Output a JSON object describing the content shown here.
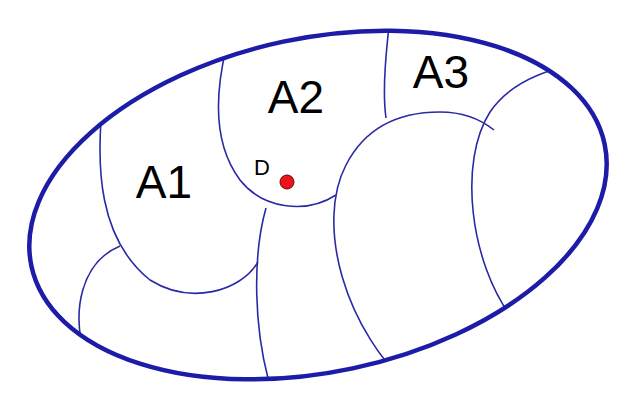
{
  "diagram": {
    "labels": [
      "A1",
      "A2",
      "A3",
      "D"
    ]
  }
}
